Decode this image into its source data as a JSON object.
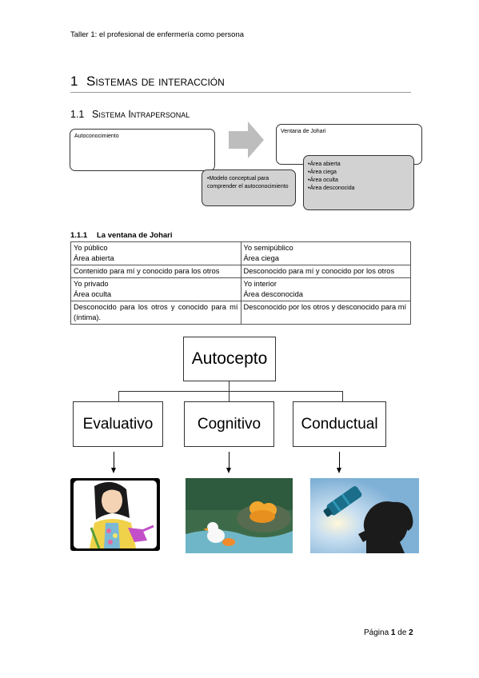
{
  "header": {
    "text": "Taller 1: el profesional de enfermería como persona"
  },
  "section1": {
    "number": "1",
    "title": "Sistemas de interacción"
  },
  "section11": {
    "number": "1.1",
    "title": "Sistema Intrapersonal"
  },
  "diagram": {
    "autoconocimiento": "Autoconocimiento",
    "modelo": "•Modelo conceptual para comprender el autoconocimiento",
    "ventana": "Ventana de Johari",
    "areas": [
      "•Área abierta",
      "•Área ciega",
      "•Área oculta",
      "•Área desconocida"
    ]
  },
  "section111": {
    "number": "1.1.1",
    "title": "La ventana de Johari"
  },
  "table": {
    "rows": [
      [
        "Yo público",
        "Yo semipúblico"
      ],
      [
        "Área abierta",
        "Área ciega"
      ],
      [
        "Contenido para mí y conocido para los otros",
        "Desconocido para mí y conocido por los otros"
      ],
      [
        "Yo privado",
        "Yo interior"
      ],
      [
        "Área oculta",
        "Área desconocida"
      ],
      [
        "Desconocido para los otros y conocido para mí (íntima).",
        "Desconocido por los otros y desconocido para mí"
      ]
    ]
  },
  "orgchart": {
    "root": "Autocepto",
    "children": [
      "Evaluativo",
      "Cognitivo",
      "Conductual"
    ]
  },
  "footer": {
    "label": "Página",
    "page": "1",
    "of": "de",
    "total": "2"
  },
  "colors": {
    "grey_box": "#d2d2d2",
    "sky": "#8fb9d9",
    "bottle": "#1a6e8a"
  }
}
